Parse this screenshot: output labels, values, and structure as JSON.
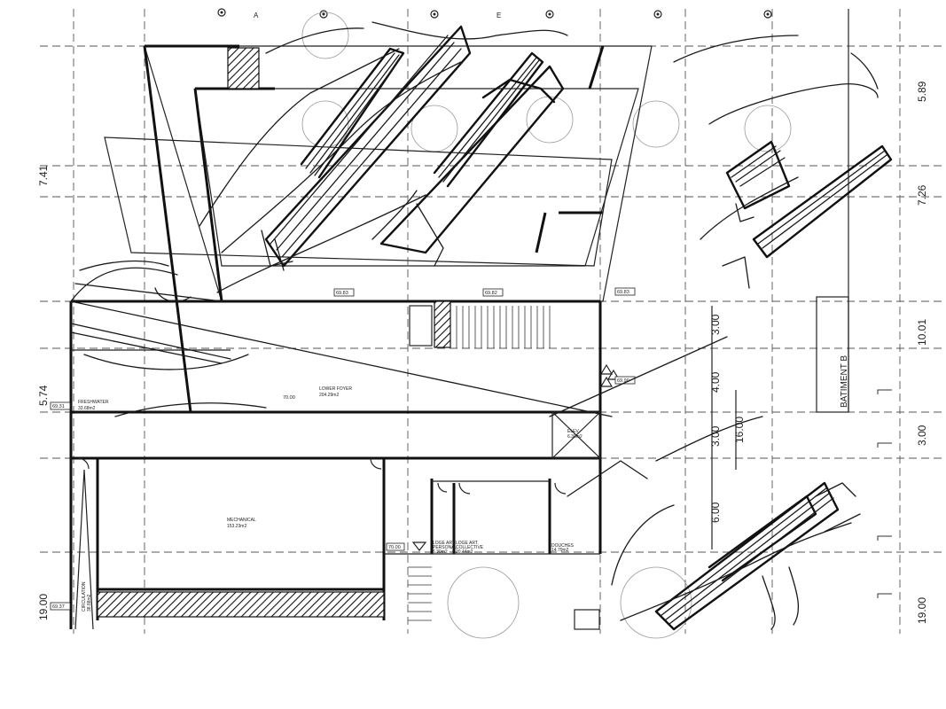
{
  "drawing": {
    "grid_bubbles_top": [
      "A",
      "E"
    ],
    "left_dimensions": [
      "7.41",
      "5.74",
      "19.00"
    ],
    "right_dimensions": [
      "5.89",
      "7.26",
      "10.01",
      "3.00",
      "19.00"
    ],
    "center_dimensions": [
      "3.00",
      "4.00",
      "3.00",
      "6.00",
      "16.00"
    ],
    "building_label": "BATIMENT B",
    "rooms": {
      "lower_foyer": {
        "name": "LOWER FOYER",
        "area": "204.29m2"
      },
      "mechanical": {
        "name": "MECHANICAL",
        "area": "153.23m2"
      },
      "freshwater": {
        "name": "FRESHWATER",
        "area": "33.68m2"
      },
      "circulation": {
        "name": "CIRCULATION",
        "area": "38.88m2"
      },
      "loge_art_1": {
        "name": "LOGE ART.",
        "sub": "PERSONAL",
        "area": "6.30m2"
      },
      "loge_art_2": {
        "name": "LOGE ART.",
        "sub": "COLLECTIVE",
        "area": "20.44m2"
      },
      "douches": {
        "name": "DOUCHES",
        "area": "14.79m2"
      },
      "elev": {
        "name": "ELEV.",
        "area": "6.30m2"
      }
    },
    "level_tags": [
      "69.83",
      "69.82",
      "69.83",
      "69.90",
      "69.31",
      "70.00",
      "70.00",
      "69.37"
    ]
  }
}
